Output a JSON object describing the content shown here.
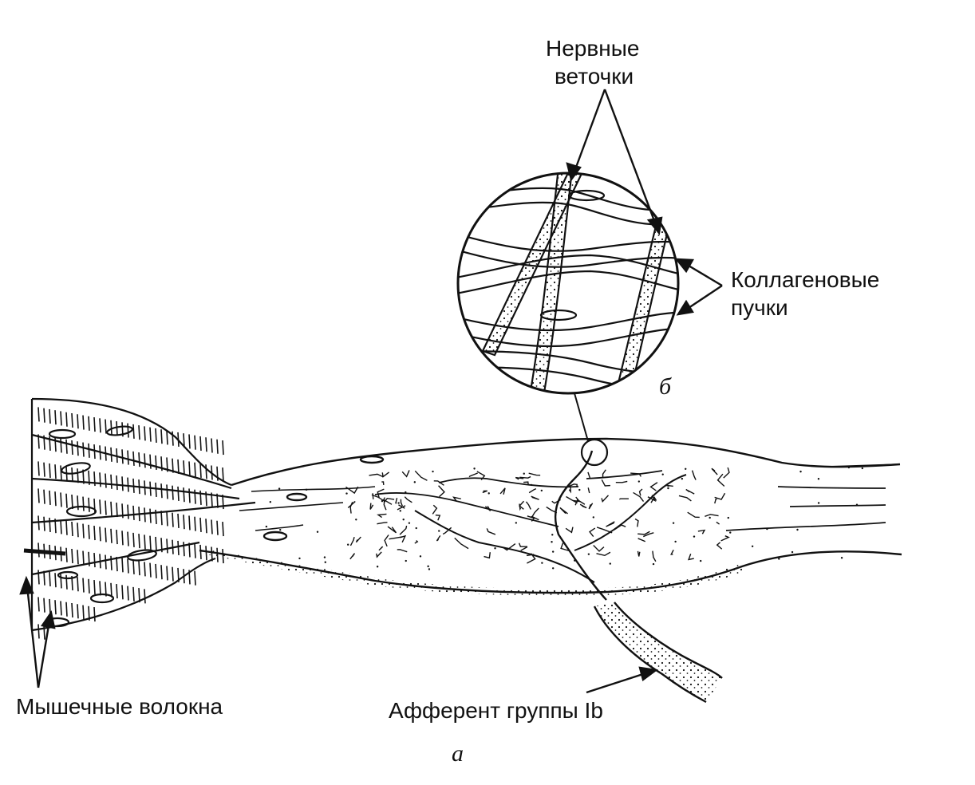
{
  "labels": {
    "nerve_branches_line1": "Нервные",
    "nerve_branches_line2": "веточки",
    "collagen_line1": "Коллагеновые",
    "collagen_line2": "пучки",
    "panel_b": "б",
    "muscle_fibers": "Мышечные волокна",
    "afferent": "Афферент группы Ib",
    "panel_a": "а"
  },
  "colors": {
    "ink": "#111111",
    "paper": "#ffffff"
  }
}
